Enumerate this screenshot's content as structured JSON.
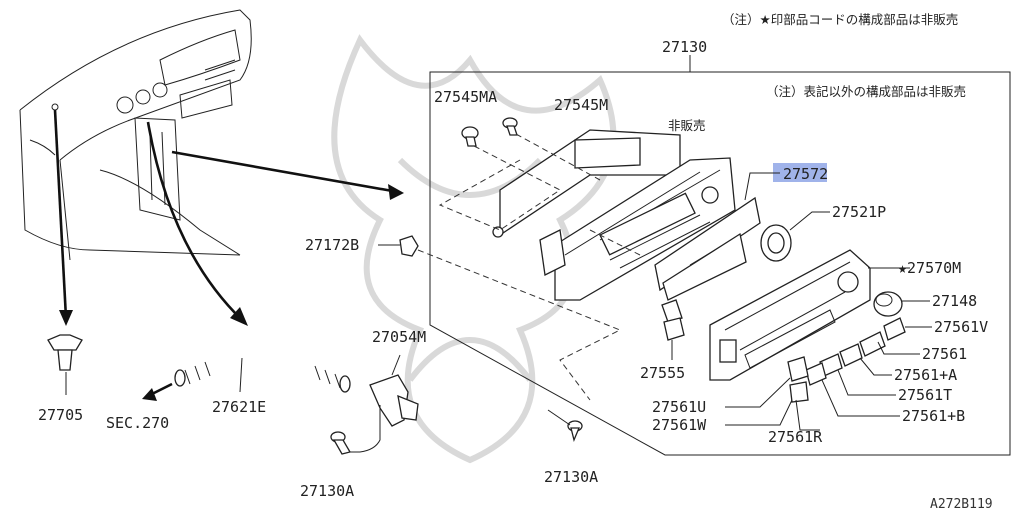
{
  "notes": {
    "top": "（注）★印部品コードの構成部品は非販売",
    "inner": "（注）表記以外の構成部品は非販売",
    "not_sold": "非販売"
  },
  "figure_code": "A272B119",
  "assembly_code": "27130",
  "highlighted_part": "27572",
  "labels": {
    "p27545MA": "27545MA",
    "p27545M": "27545M",
    "p27572": "27572",
    "p27521P": "27521P",
    "p27172B": "27172B",
    "p27570M": "★27570M",
    "p27148": "27148",
    "p27561V": "27561V",
    "p27561": "27561",
    "p27561A": "27561+A",
    "p27561T": "27561T",
    "p27561B": "27561+B",
    "p27561R": "27561R",
    "p27561U": "27561U",
    "p27561W": "27561W",
    "p27555": "27555",
    "p27054M": "27054M",
    "p27621E": "27621E",
    "p27705": "27705",
    "sec": "SEC.270",
    "p27130A_left": "27130A",
    "p27130A_right": "27130A"
  },
  "colors": {
    "highlight": "#8fa6e6",
    "ink": "#222222"
  }
}
